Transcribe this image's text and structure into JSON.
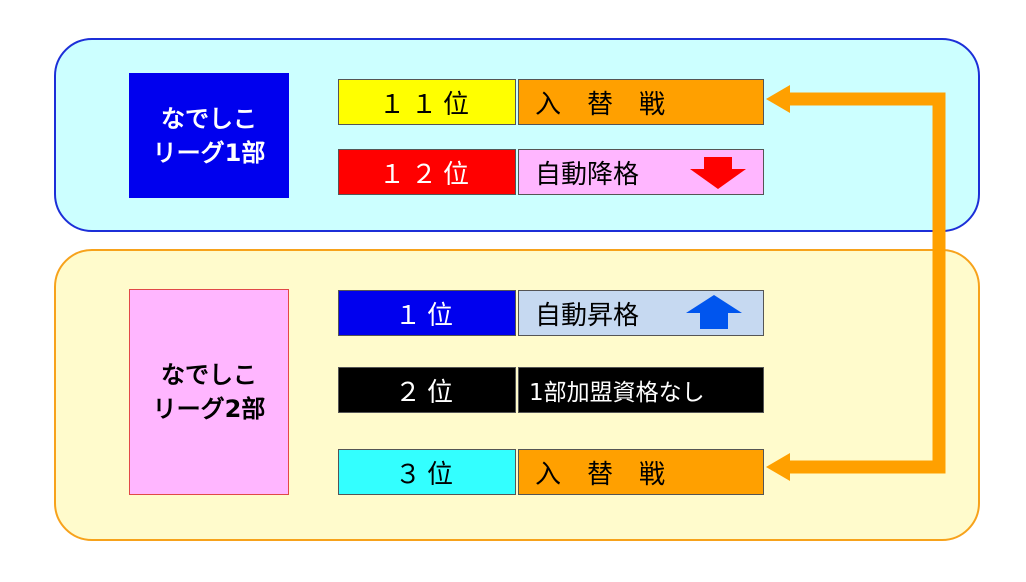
{
  "leagues": [
    {
      "name": "なでしこ\nリーグ1部",
      "bg": "#0000ee",
      "text_color": "#ffffff"
    },
    {
      "name": "なでしこ\nリーグ2部",
      "bg": "#ffb6ff",
      "text_color": "#000000"
    }
  ],
  "rows": [
    {
      "rank": "１１位",
      "rank_bg": "#ffff00",
      "rank_color": "#000000",
      "result": "入　替　戦",
      "result_bg": "#ffa000",
      "result_color": "#000000"
    },
    {
      "rank": "１２位",
      "rank_bg": "#ff0000",
      "rank_color": "#ffffff",
      "result": "自動降格",
      "result_bg": "#ffb6ff",
      "result_color": "#000000",
      "icon": "down-arrow-icon"
    },
    {
      "rank": "１位",
      "rank_bg": "#0000ee",
      "rank_color": "#ffffff",
      "result": "自動昇格",
      "result_bg": "#c6d9f1",
      "result_color": "#000000",
      "icon": "up-arrow-icon"
    },
    {
      "rank": "２位",
      "rank_bg": "#000000",
      "rank_color": "#ffffff",
      "result": "1部加盟資格なし",
      "result_bg": "#000000",
      "result_color": "#ffffff"
    },
    {
      "rank": "３位",
      "rank_bg": "#33ffff",
      "rank_color": "#000000",
      "result": "入　替　戦",
      "result_bg": "#ffa000",
      "result_color": "#000000"
    }
  ],
  "colors": {
    "panel1_bg": "#ccffff",
    "panel1_border": "#1c2fd8",
    "panel2_bg": "#fffbcc",
    "panel2_border": "#f7a21b",
    "connector": "#ffa000",
    "down_arrow": "#ff0000",
    "up_arrow": "#0055ee"
  }
}
